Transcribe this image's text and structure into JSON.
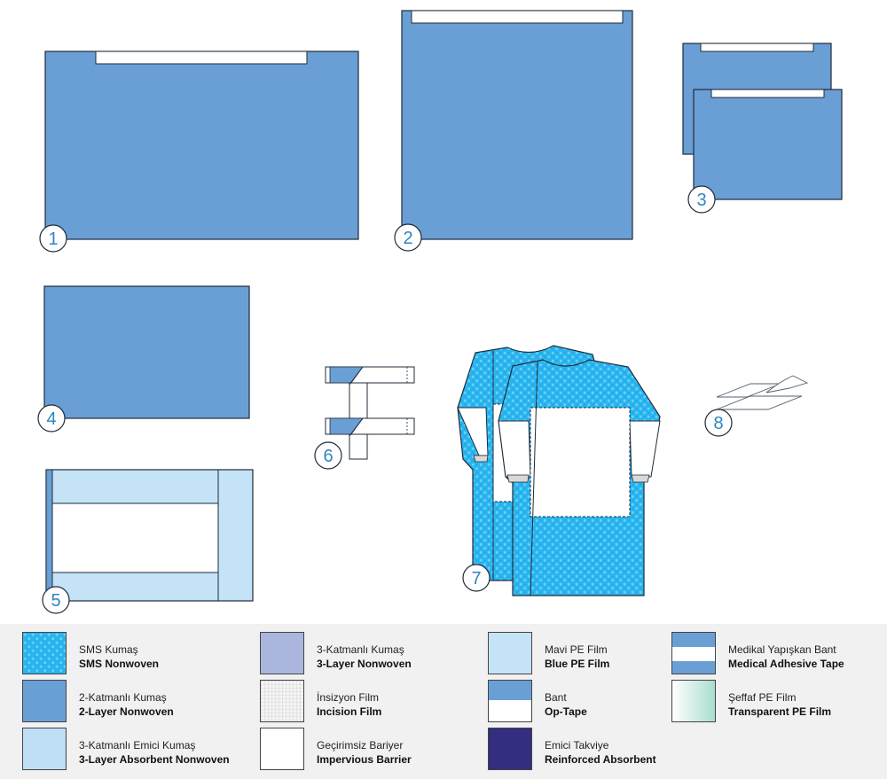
{
  "colors": {
    "sms": "#29b5ef",
    "two_layer": "#6a9fd6",
    "three_layer_absorbent": "#bfdff6",
    "three_layer": "#aab6de",
    "blue_pe": "#c5e3f7",
    "op_tape_band": "#6a9fd6",
    "reinforced_absorbent": "#332e7f",
    "adhesive_band": "#6a9fd6",
    "outline": "#1f2b3a",
    "number": "#2f84c2"
  },
  "items": {
    "drape_1": "1",
    "drape_2": "2",
    "drape_3": "3",
    "drape_4": "4",
    "drape_5": "5",
    "tape_6": "6",
    "gown_7": "7",
    "film_8": "8"
  },
  "legend": [
    {
      "key": "sms",
      "tr": "SMS Kumaş",
      "en": "SMS Nonwoven",
      "icon": "sms-swatch-icon"
    },
    {
      "key": "three_layer",
      "tr": "3-Katmanlı Kumaş",
      "en": "3-Layer Nonwoven",
      "icon": "three-layer-swatch-icon"
    },
    {
      "key": "blue_pe",
      "tr": "Mavi PE Film",
      "en": "Blue PE Film",
      "icon": "blue-pe-swatch-icon"
    },
    {
      "key": "adhesive",
      "tr": "Medikal Yapışkan Bant",
      "en": "Medical Adhesive Tape",
      "icon": "adhesive-tape-swatch-icon"
    },
    {
      "key": "two_layer",
      "tr": "2-Katmanlı Kumaş",
      "en": "2-Layer Nonwoven",
      "icon": "two-layer-swatch-icon"
    },
    {
      "key": "incision",
      "tr": "İnsizyon Film",
      "en": "Incision Film",
      "icon": "incision-film-swatch-icon"
    },
    {
      "key": "op_tape",
      "tr": "Bant",
      "en": "Op-Tape",
      "icon": "op-tape-swatch-icon"
    },
    {
      "key": "transparent_pe",
      "tr": "Şeffaf PE Film",
      "en": "Transparent PE Film",
      "icon": "transparent-pe-swatch-icon"
    },
    {
      "key": "three_layer_absorbent",
      "tr": "3-Katmanlı Emici Kumaş",
      "en": "3-Layer Absorbent Nonwoven",
      "icon": "absorbent-swatch-icon"
    },
    {
      "key": "impervious",
      "tr": "Geçirimsiz Bariyer",
      "en": "Impervious Barrier",
      "icon": "impervious-barrier-swatch-icon"
    },
    {
      "key": "reinforced",
      "tr": "Emici Takviye",
      "en": "Reinforced Absorbent",
      "icon": "reinforced-absorbent-swatch-icon"
    }
  ]
}
